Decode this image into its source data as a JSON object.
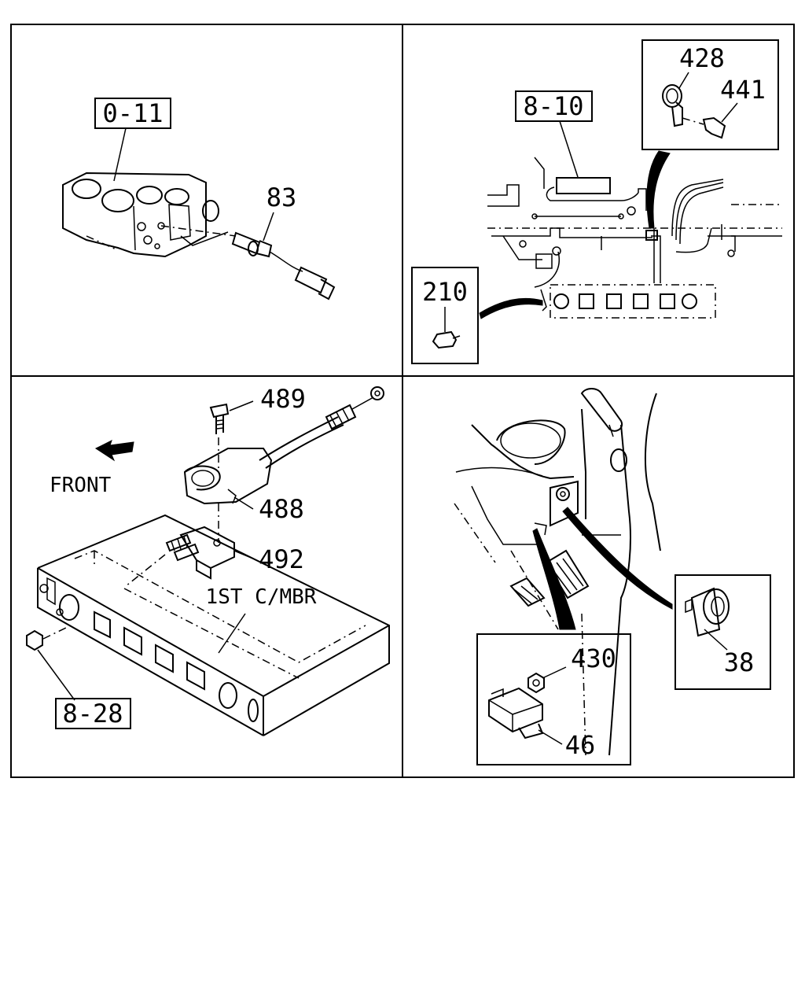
{
  "panels": {
    "top_left": {
      "ref_box": "0-11",
      "callout": "83"
    },
    "top_right": {
      "ref_box": "8-10",
      "inset_top_callouts": [
        "428",
        "441"
      ],
      "inset_left_callout": "210"
    },
    "bottom_left": {
      "callouts": [
        "489",
        "488",
        "492"
      ],
      "direction_label": "FRONT",
      "member_label": "1ST C/MBR",
      "ref_box": "8-28"
    },
    "bottom_right": {
      "inset_right_callout": "38",
      "inset_bottom_callouts": [
        "430",
        "46"
      ]
    }
  }
}
